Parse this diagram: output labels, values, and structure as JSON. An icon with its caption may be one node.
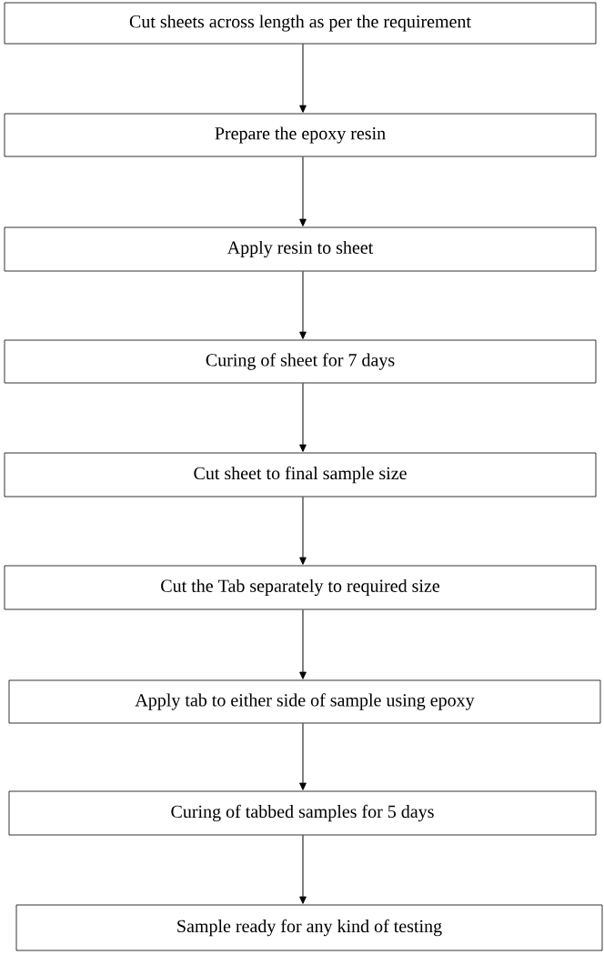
{
  "diagram": {
    "nodes": [
      {
        "text": [
          "Cut sheets across length as per the requirement"
        ]
      },
      {
        "text": [
          "Prepare the epoxy resin"
        ]
      },
      {
        "text": [
          "Apply resin to sheet"
        ]
      },
      {
        "text": [
          "Curing of sheet for 7 days"
        ]
      },
      {
        "text": [
          "Cut sheet to final sample size"
        ]
      },
      {
        "text": [
          "Cut the Tab separately to required size"
        ]
      },
      {
        "text": [
          "Apply tab to either side of sample using epoxy"
        ]
      },
      {
        "text": [
          "Curing of tabbed samples for 5 days"
        ]
      },
      {
        "text": [
          "Sample ready for any kind of testing"
        ]
      }
    ],
    "edges": [
      {
        "from": 0,
        "to": 1,
        "arrow": "to"
      },
      {
        "from": 1,
        "to": 2,
        "arrow": "to"
      },
      {
        "from": 2,
        "to": 3,
        "arrow": "to"
      },
      {
        "from": 3,
        "to": 4,
        "arrow": "to"
      },
      {
        "from": 4,
        "to": 5,
        "arrow": "to"
      },
      {
        "from": 5,
        "to": 6,
        "arrow": "to"
      },
      {
        "from": 6,
        "to": 7,
        "arrow": "to"
      },
      {
        "from": 7,
        "to": 8,
        "arrow": "to"
      }
    ]
  }
}
